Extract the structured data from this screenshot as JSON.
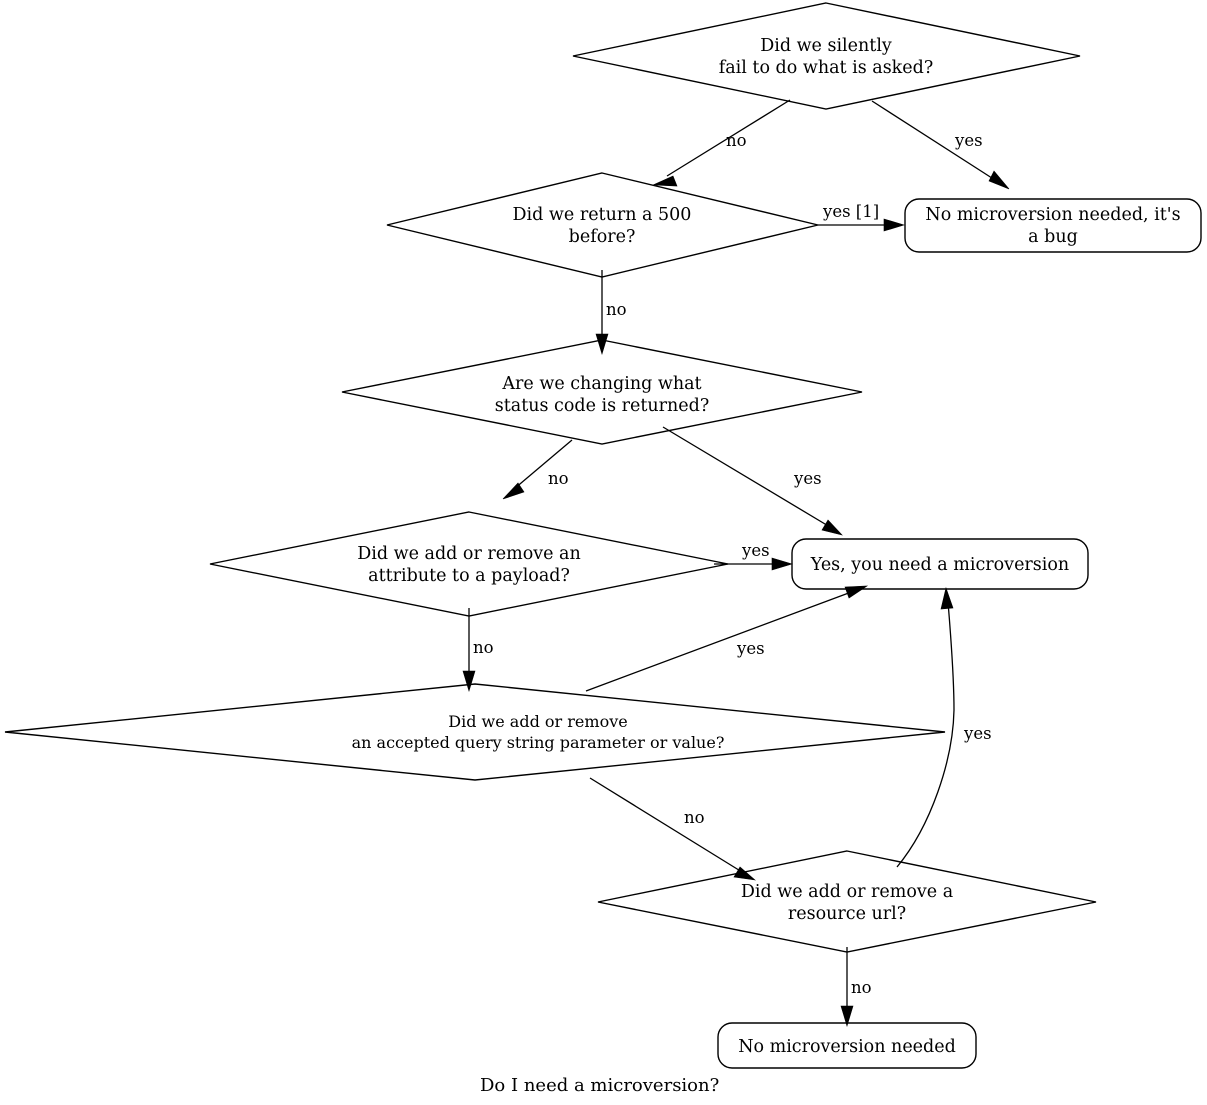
{
  "diagram": {
    "caption": "Do I need a microversion?",
    "stroke_color": "#000000",
    "background_color": "#ffffff",
    "nodes": [
      {
        "id": "silently-fail",
        "shape": "diamond",
        "lines": [
          "Did we silently",
          "fail to do what is asked?"
        ]
      },
      {
        "id": "return-500",
        "shape": "diamond",
        "lines": [
          "Did we return a 500",
          "before?"
        ]
      },
      {
        "id": "bug-box",
        "shape": "rounded-rect",
        "lines": [
          "No microversion needed, it's",
          "a bug"
        ]
      },
      {
        "id": "status-code",
        "shape": "diamond",
        "lines": [
          "Are we changing what",
          "status code is returned?"
        ]
      },
      {
        "id": "payload-attribute",
        "shape": "diamond",
        "lines": [
          "Did we add or remove an",
          "attribute to a payload?"
        ]
      },
      {
        "id": "need-microversion",
        "shape": "rounded-rect",
        "lines": [
          "Yes, you need a microversion"
        ]
      },
      {
        "id": "query-string",
        "shape": "diamond",
        "lines": [
          "Did we add or remove",
          "an accepted query string parameter or value?"
        ]
      },
      {
        "id": "resource-url",
        "shape": "diamond",
        "lines": [
          "Did we add or remove a",
          "resource url?"
        ]
      },
      {
        "id": "no-microversion",
        "shape": "rounded-rect",
        "lines": [
          "No microversion needed"
        ]
      }
    ],
    "edges": [
      {
        "id": "silently-fail-no",
        "from": "silently-fail",
        "to": "return-500",
        "label": "no"
      },
      {
        "id": "silently-fail-yes",
        "from": "silently-fail",
        "to": "bug-box",
        "label": "yes"
      },
      {
        "id": "return-500-yes",
        "from": "return-500",
        "to": "bug-box",
        "label": "yes [1]"
      },
      {
        "id": "return-500-no",
        "from": "return-500",
        "to": "status-code",
        "label": "no"
      },
      {
        "id": "status-code-no",
        "from": "status-code",
        "to": "payload-attribute",
        "label": "no"
      },
      {
        "id": "status-code-yes",
        "from": "status-code",
        "to": "need-microversion",
        "label": "yes"
      },
      {
        "id": "payload-attribute-yes",
        "from": "payload-attribute",
        "to": "need-microversion",
        "label": "yes"
      },
      {
        "id": "payload-attribute-no",
        "from": "payload-attribute",
        "to": "query-string",
        "label": "no"
      },
      {
        "id": "query-string-yes",
        "from": "query-string",
        "to": "need-microversion",
        "label": "yes"
      },
      {
        "id": "query-string-no",
        "from": "query-string",
        "to": "resource-url",
        "label": "no"
      },
      {
        "id": "resource-url-yes",
        "from": "resource-url",
        "to": "need-microversion",
        "label": "yes"
      },
      {
        "id": "resource-url-no",
        "from": "resource-url",
        "to": "no-microversion",
        "label": "no"
      }
    ]
  }
}
